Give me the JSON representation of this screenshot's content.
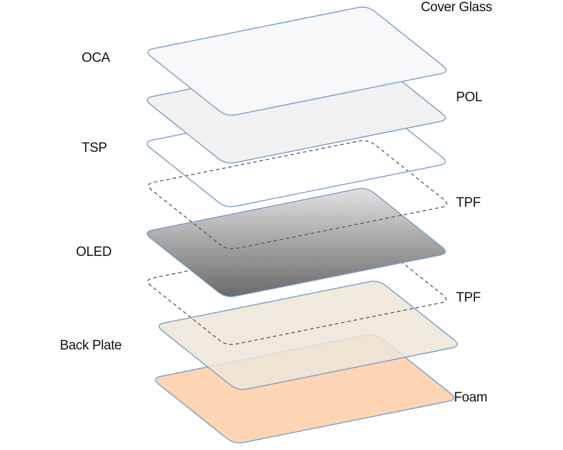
{
  "title": "Display module layer stack",
  "layers": [
    {
      "id": "foam",
      "label": "Foam",
      "fill": "#fdd5b5",
      "stroke": "#7a9cc6",
      "style": "solid"
    },
    {
      "id": "back-plate",
      "label": "Back Plate",
      "fill": "#ece5d8",
      "stroke": "#7a9cc6",
      "style": "solid"
    },
    {
      "id": "tpf-lower",
      "label": "TPF",
      "fill": "none",
      "stroke": "#555555",
      "style": "dashed"
    },
    {
      "id": "oled",
      "label": "OLED",
      "fill": "gradient",
      "stroke": "#7a9cc6",
      "style": "solid"
    },
    {
      "id": "tpf-upper",
      "label": "TPF",
      "fill": "none",
      "stroke": "#555555",
      "style": "dashed"
    },
    {
      "id": "tsp",
      "label": "TSP",
      "fill": "none",
      "stroke": "#7a9cc6",
      "style": "solid"
    },
    {
      "id": "pol",
      "label": "POL",
      "fill": "#f1f1f2",
      "stroke": "#7a9cc6",
      "style": "solid"
    },
    {
      "id": "cover-glass",
      "label": "Cover Glass",
      "fill": "#f8f8fa",
      "stroke": "#7a9cc6",
      "style": "solid"
    }
  ],
  "side_labels": {
    "oca": "OCA"
  }
}
